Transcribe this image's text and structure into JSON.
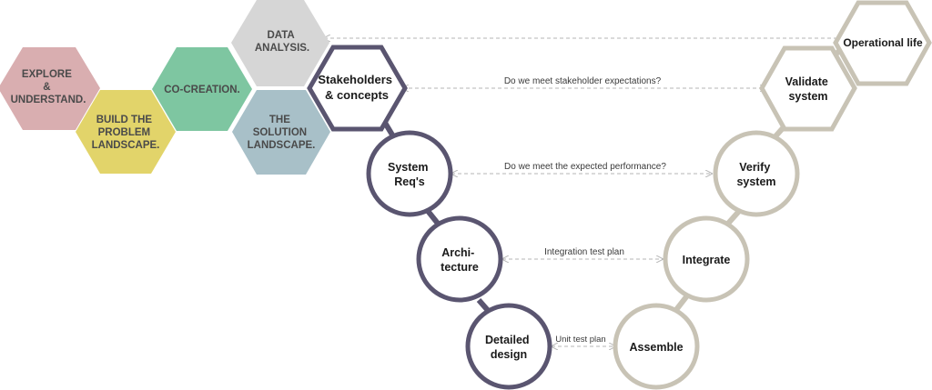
{
  "colors": {
    "explore": "#d9aeb0",
    "build": "#e2d46a",
    "cocreation": "#7ec6a1",
    "data_analysis": "#d6d6d6",
    "solution": "#a8c0c8",
    "left_stroke": "#5a5570",
    "right_stroke": "#c8c3b5",
    "dashed": "#b5b5b5"
  },
  "design_hexes": [
    {
      "id": "explore",
      "lines": [
        "EXPLORE",
        "&",
        "UNDERSTAND."
      ]
    },
    {
      "id": "build",
      "lines": [
        "BUILD THE",
        "PROBLEM",
        "LANDSCAPE."
      ]
    },
    {
      "id": "cocreation",
      "lines": [
        "CO-CREATION."
      ]
    },
    {
      "id": "data_analysis",
      "lines": [
        "DATA",
        "ANALYSIS."
      ]
    },
    {
      "id": "solution",
      "lines": [
        "THE",
        "SOLUTION",
        "LANDSCAPE."
      ]
    }
  ],
  "left_leg": {
    "hex": {
      "lines": [
        "Stakeholders",
        "& concepts"
      ]
    },
    "circles": [
      {
        "lines": [
          "System",
          "Req's"
        ]
      },
      {
        "lines": [
          "Archi-",
          "tecture"
        ]
      },
      {
        "lines": [
          "Detailed",
          "design"
        ]
      }
    ]
  },
  "right_leg": {
    "hexes": [
      {
        "lines": [
          "Operational life"
        ]
      },
      {
        "lines": [
          "Validate",
          "system"
        ]
      }
    ],
    "circles": [
      {
        "lines": [
          "Verify",
          "system"
        ]
      },
      {
        "lines": [
          "Integrate"
        ]
      },
      {
        "lines": [
          "Assemble"
        ]
      }
    ]
  },
  "links": [
    {
      "label": ""
    },
    {
      "label": "Do we meet stakeholder expectations?"
    },
    {
      "label": "Do we meet the expected performance?"
    },
    {
      "label": "Integration test plan"
    },
    {
      "label": "Unit test plan"
    }
  ]
}
